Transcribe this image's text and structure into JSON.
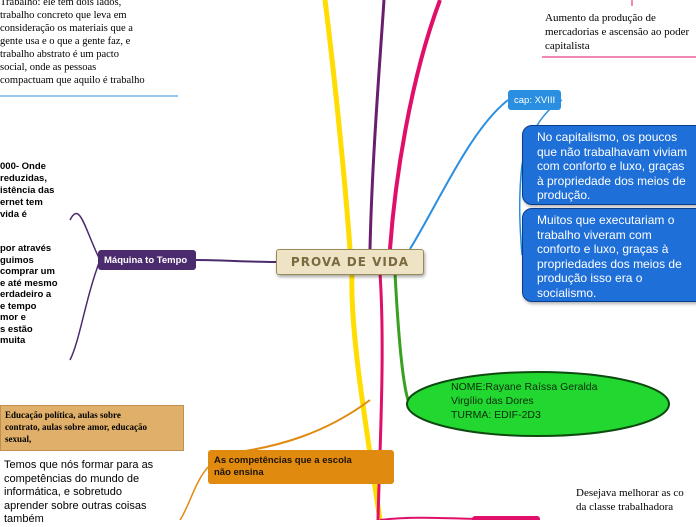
{
  "central": {
    "label": "PROVA DE VIDA"
  },
  "top_left_note": {
    "lines": [
      "Trabalho: ele tem dois lados,",
      "trabalho concreto que leva em",
      "consideração os materiais que a",
      "gente usa e o que a gente faz, e",
      "trabalho abstrato é um pacto",
      "social, onde as pessoas",
      "compactuam que aquilo é trabalho"
    ]
  },
  "top_right_note": {
    "lines": [
      "Aumento da produção de",
      "mercadorias e ascensão ao poder",
      "capitalista"
    ]
  },
  "cap_xviii": {
    "label": "cap: XVIII",
    "boxes": [
      {
        "lines": [
          "No capitalismo, os poucos",
          "que não trabalhavam viviam",
          "com conforto e luxo, graças",
          "à propriedade dos meios de",
          "produção."
        ]
      },
      {
        "lines": [
          "Muitos que executariam o",
          "trabalho viveram com",
          "conforto e luxo, graças à",
          "propriedades dos meios de",
          "produção isso era o",
          "socialismo."
        ]
      }
    ]
  },
  "name_ellipse": {
    "lines": [
      "NOME:Rayane Raíssa Geralda",
      "Virgílio das Dores",
      "TURMA: EDIF-2D3"
    ]
  },
  "maquina": {
    "label": "Máquina to Tempo",
    "text_top": [
      "000- Onde",
      "reduzidas,",
      "istência das",
      "ernet tem",
      "vida é"
    ],
    "text_bottom": [
      "por através",
      "guimos",
      "comprar um",
      "e até mesmo",
      "erdadeiro a",
      "e tempo",
      "mor e",
      "s estão",
      "muita"
    ]
  },
  "competencias": {
    "label_lines": [
      "As competências que a escola",
      "não ensina"
    ],
    "tan_box_lines": [
      "Educação política, aulas sobre",
      "contrato, aulas sobre amor, educação",
      "sexual,"
    ],
    "text_lines": [
      "Temos que nós formar para as",
      "competências do mundo de",
      "informática, e sobretudo",
      "aprender sobre outras coisas",
      "também"
    ]
  },
  "bottom_right_note": {
    "lines": [
      "Desejava melhorar as co",
      "da classe trabalhadora"
    ]
  },
  "colors": {
    "blue": "#1f6fd8",
    "blue_branch": "#2a8fe0",
    "purple": "#4b2a6e",
    "orange": "#e08a10",
    "tan": "#e0b06a",
    "green": "#22d830",
    "yellow": "#ffdd00",
    "magenta": "#e0106a"
  }
}
